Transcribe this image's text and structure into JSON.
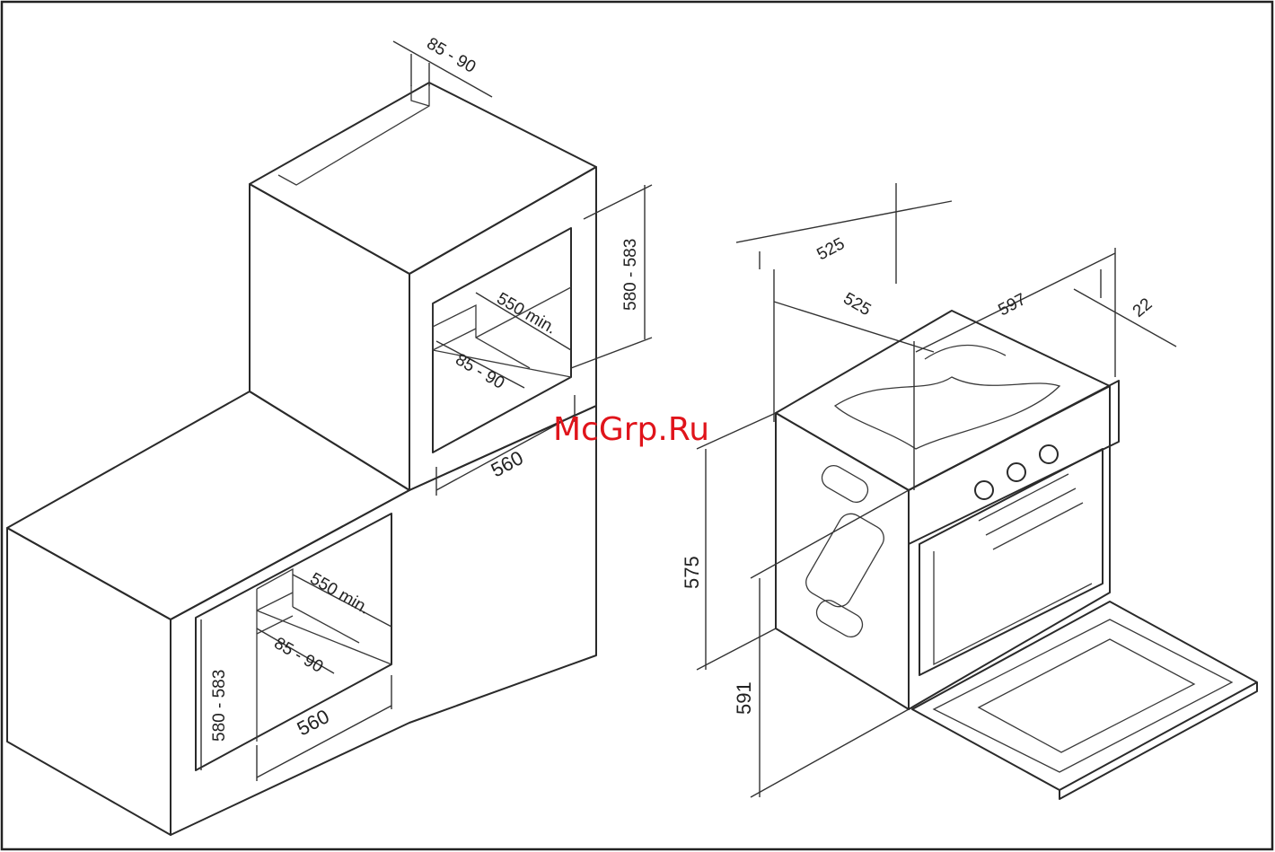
{
  "watermark": "McGrp.Ru",
  "colors": {
    "line": "#2a2a2a",
    "watermark": "#e0141b",
    "background": "#ffffff"
  },
  "dimensions": {
    "tall_cabinet": {
      "top_vent": "85 - 90",
      "niche_height": "580 - 583",
      "niche_depth": "550 min.",
      "back_vent": "85 - 90",
      "niche_width": "560"
    },
    "base_cabinet": {
      "niche_depth": "550 min.",
      "back_vent": "85 - 90",
      "niche_height": "580 - 583",
      "niche_width": "560"
    },
    "oven": {
      "depth_outer": "525",
      "depth_body": "525",
      "width": "597",
      "panel_thickness": "22",
      "body_height": "575",
      "front_height": "591"
    }
  }
}
